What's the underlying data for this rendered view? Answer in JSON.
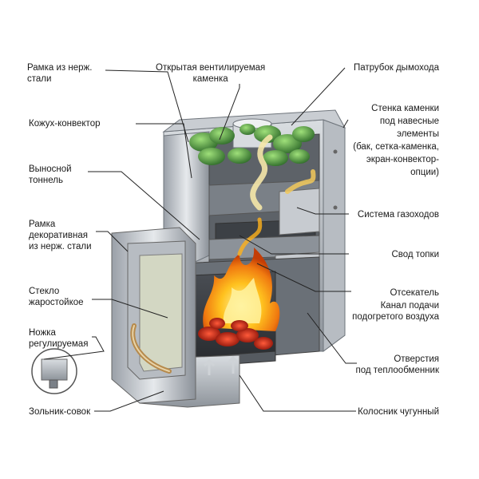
{
  "labels": {
    "frame_steel": [
      "Рамка из нерж.",
      "стали"
    ],
    "open_heater": [
      "Открытая вентилируемая",
      "каменка"
    ],
    "chimney_pipe": [
      "Патрубок дымохода"
    ],
    "casing_convector": [
      "Кожух-конвектор"
    ],
    "heater_wall": [
      "Стенка каменки",
      "под навесные",
      "элементы",
      "(бак, сетка-каменка,",
      "экран-конвектор-",
      "опции)"
    ],
    "remote_tunnel": [
      "Выносной",
      "тоннель"
    ],
    "gas_system": [
      "Система газоходов"
    ],
    "decor_frame": [
      "Рамка",
      "декоративная",
      "из нерж. стали"
    ],
    "firebox_vault": [
      "Свод топки"
    ],
    "glass": [
      "Стекло",
      "жаростойкое"
    ],
    "cutoff": [
      "Отсекатель"
    ],
    "air_channel": [
      "Канал подачи",
      "подогретого воздуха"
    ],
    "leg": [
      "Ножка",
      "регулируемая"
    ],
    "holes": [
      "Отверстия",
      "под теплообменник"
    ],
    "ash_pan": [
      "Зольник-совок"
    ],
    "grate": [
      "Колосник чугунный"
    ]
  }
}
